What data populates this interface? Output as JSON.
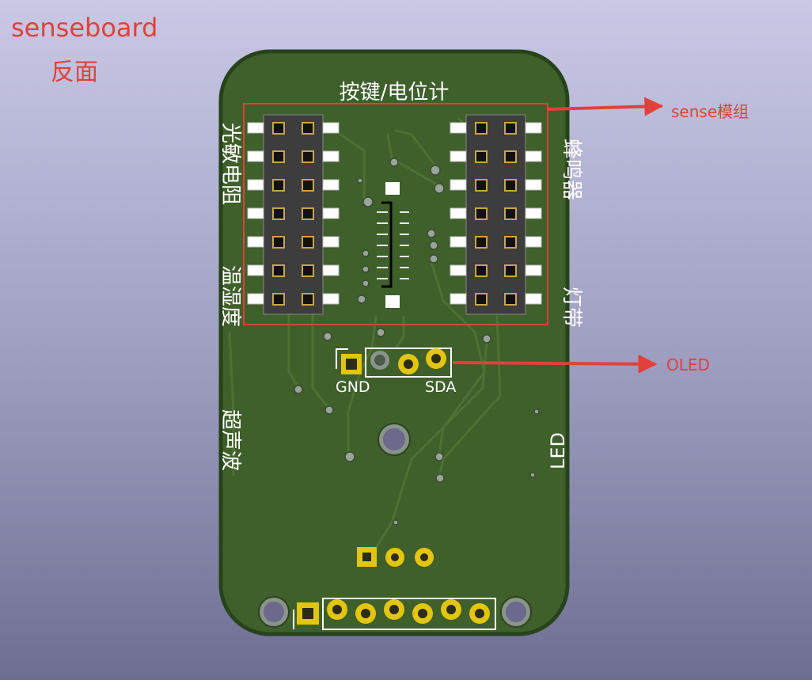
{
  "heading": {
    "line1": "senseboard",
    "line2": "反面"
  },
  "annotations": {
    "sense_module": "sense模组",
    "oled": "OLED"
  },
  "silkscreen": {
    "top": "按键/电位计",
    "left_upper": "光敏电阻",
    "left_lower": "温湿度",
    "left_bottom": "超声波",
    "right_upper": "蜂鸣器",
    "right_lower": "灯带",
    "right_led": "LED",
    "pin_gnd": "GND",
    "pin_sda": "SDA"
  },
  "colors": {
    "board": "#3f5f2b",
    "board_edge": "#2b4a1f",
    "pad_gold": "#e2c50c",
    "annotation_red": "#e2403a",
    "header_body": "#3d3d3d"
  }
}
